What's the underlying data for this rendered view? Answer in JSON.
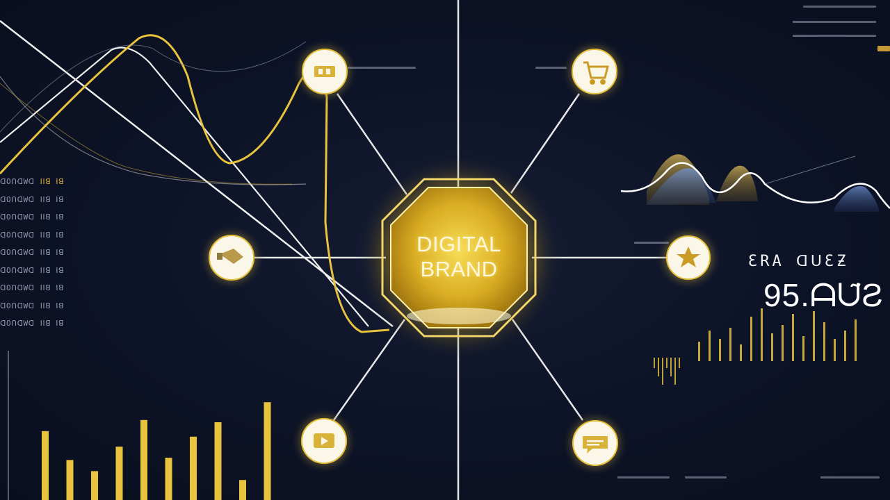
{
  "hub": {
    "line1": "DIGITAL",
    "line2": "BRAND"
  },
  "nodes": [
    {
      "id": "top-left",
      "icon": "storefront-icon"
    },
    {
      "id": "top-right",
      "icon": "shopping-cart-icon"
    },
    {
      "id": "left",
      "icon": "megaphone-icon"
    },
    {
      "id": "right",
      "icon": "star-badge-icon"
    },
    {
      "id": "bottom-left",
      "icon": "video-play-icon"
    },
    {
      "id": "bottom-right",
      "icon": "chat-bubble-icon"
    }
  ],
  "metric": {
    "label": "ƐRA ᗡᑌƐƵ",
    "value": "95.ᗩᑌ̃Ƨ"
  },
  "left_table_rows": [
    "ꓷOꓵꓷWꓷ",
    "ꓷOꓵꓷWꓷ",
    "ꓷOꓵꓷWꓷ",
    "ꓷOꓵꓷWꓷ",
    "ꓷOꓵꓷWꓷ",
    "ꓷOꓵꓷWꓷ",
    "ꓷOꓵꓷWꓷ",
    "ꓷOꓵꓷWꓷ",
    "ꓷOꓵꓷWꓷ"
  ],
  "left_table_values": [
    "ꓲꓲꓭ ꓲꓭ",
    "ꓲꓲꓭ ꓲꓭ",
    "ꓲꓲꓭ ꓲꓭ",
    "ꓲꓲꓭ ꓲꓭ",
    "ꓲꓲꓭ ꓲꓭ",
    "ꓲꓲꓭ ꓲꓭ",
    "ꓲꓲꓭ ꓲꓭ",
    "ꓲꓲꓭ ꓲꓭ",
    "ꓲꓲꓭ ꓲꓭ"
  ],
  "colors": {
    "gold": "#e8c33e",
    "glow": "#fff1a8",
    "line": "#e9e9e9",
    "blue": "#5c7fb8",
    "bg": "#0d1326"
  },
  "bar_levels": [
    0.62,
    0.36,
    0.26,
    0.48,
    0.72,
    0.38,
    0.57,
    0.7,
    0.18,
    0.88
  ],
  "ticker_levels": [
    0.35,
    0.55,
    0.4,
    0.6,
    0.3,
    0.8,
    0.95,
    0.5,
    0.65,
    0.85,
    0.45,
    0.9,
    0.7,
    0.4,
    0.55,
    0.75
  ]
}
